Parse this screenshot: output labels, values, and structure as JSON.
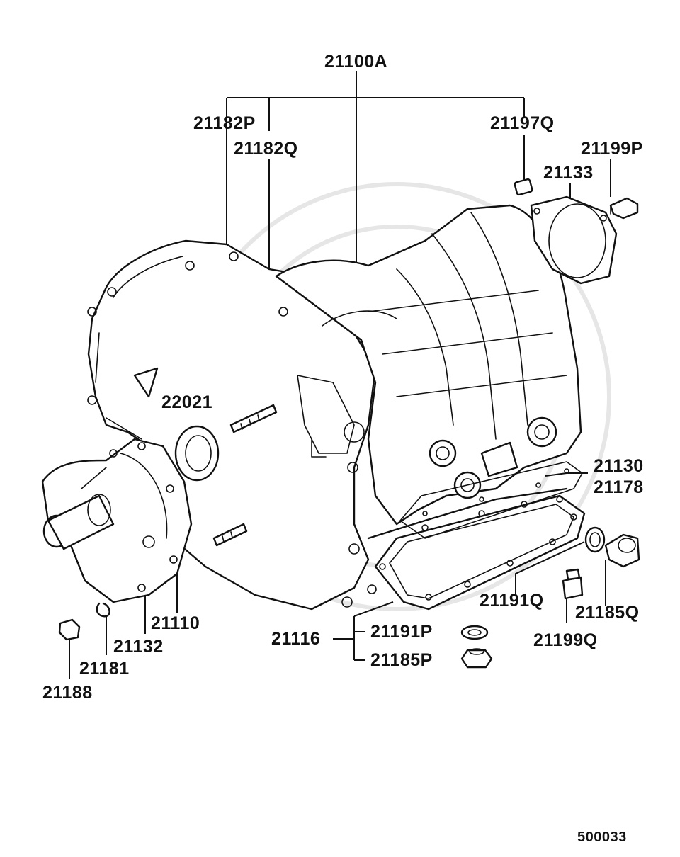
{
  "labels": {
    "main_assembly": "21100A",
    "stud_p": "21182P",
    "stud_q": "21182Q",
    "dowel": "21197Q",
    "bolt_top": "21199P",
    "gasket_top": "21133",
    "seal": "22021",
    "pan_gasket": "21130",
    "pan": "21178",
    "washer_q": "21191Q",
    "plug_q": "21185Q",
    "bolt_small": "21199Q",
    "extension": "21110",
    "ext_gasket": "21132",
    "clip": "21181",
    "nut": "21188",
    "pan_group": "21116",
    "washer_p": "21191P",
    "plug_p": "21185P"
  },
  "diagram_number": "500033"
}
